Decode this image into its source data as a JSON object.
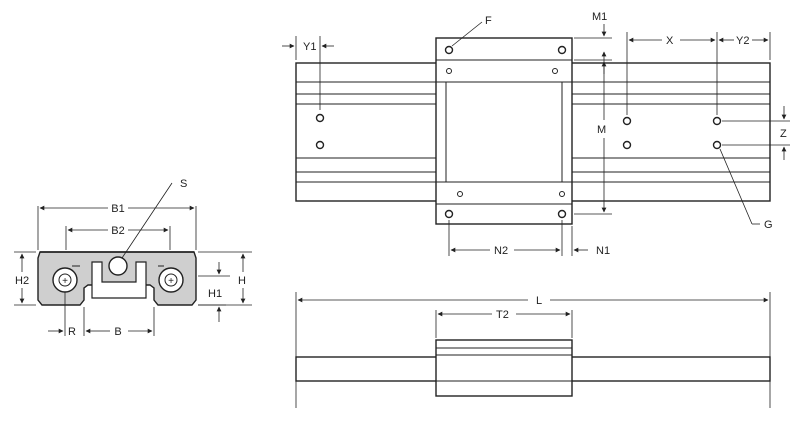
{
  "diagram": {
    "labels": {
      "S": "S",
      "B1": "B1",
      "B2": "B2",
      "H2": "H2",
      "H": "H",
      "H1": "H1",
      "R": "R",
      "B": "B",
      "Y1": "Y1",
      "F": "F",
      "M1": "M1",
      "X": "X",
      "Y2": "Y2",
      "M": "M",
      "Z": "Z",
      "G": "G",
      "N2": "N2",
      "N1": "N1",
      "L": "L",
      "T2": "T2"
    }
  }
}
